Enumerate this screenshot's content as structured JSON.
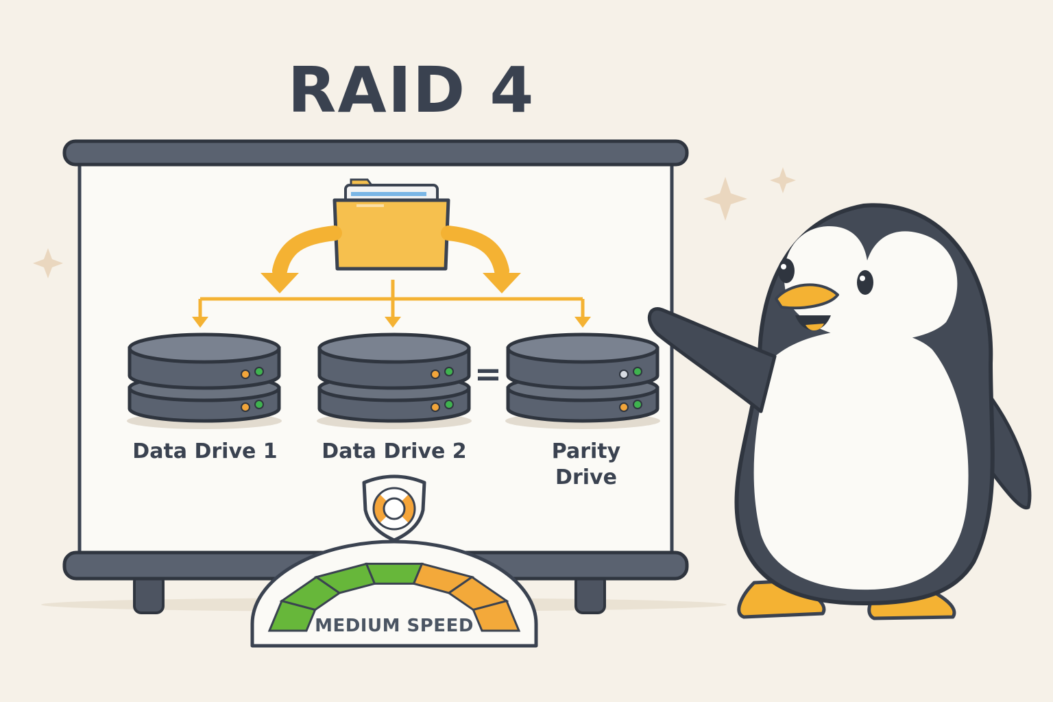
{
  "title": "RAID 4",
  "drives": [
    {
      "label": "Data Drive 1"
    },
    {
      "label": "Data Drive 2"
    },
    {
      "label_line1": "Parity",
      "label_line2": "Drive"
    }
  ],
  "operator": "=",
  "speed": {
    "label": "MEDIUM SPEED",
    "level": 0.5
  },
  "icons": [
    "folder-icon",
    "shield-lifebuoy-icon",
    "speedometer-icon",
    "penguin-mascot",
    "sparkle-icon"
  ],
  "colors": {
    "background": "#f6f1e8",
    "text": "#3a4250",
    "accent": "#f4b233",
    "drive": "#5a6270",
    "led_green": "#3fb34f",
    "led_orange": "#f2a53a",
    "gauge_green": "#67b73a",
    "gauge_orange": "#f3a93a"
  }
}
